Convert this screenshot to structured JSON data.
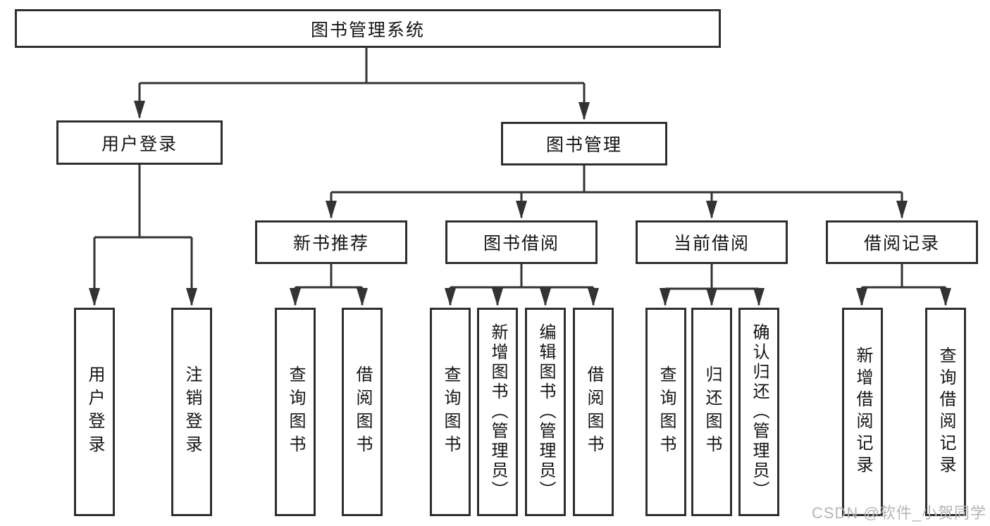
{
  "diagram": {
    "root": "图书管理系统",
    "level2": [
      "用户登录",
      "图书管理"
    ],
    "level3": [
      "新书推荐",
      "图书借阅",
      "当前借阅",
      "借阅记录"
    ],
    "leaves": {
      "user_login": [
        "用户登录",
        "注销登录"
      ],
      "new_book": [
        "查询图书",
        "借阅图书"
      ],
      "book_borrow": [
        "查询图书",
        "新增图书（管理员）",
        "编辑图书（管理员）",
        "借阅图书"
      ],
      "current_borrow": [
        "查询图书",
        "归还图书",
        "确认归还（管理员）"
      ],
      "borrow_record": [
        "新增借阅记录",
        "查询借阅记录"
      ]
    }
  },
  "watermark": "CSDN @软件_小贺同学",
  "colors": {
    "line": "#333333",
    "border": "#2f2f2f",
    "text": "#141414",
    "watermark": "#b5b5b5",
    "background": "#ffffff"
  }
}
